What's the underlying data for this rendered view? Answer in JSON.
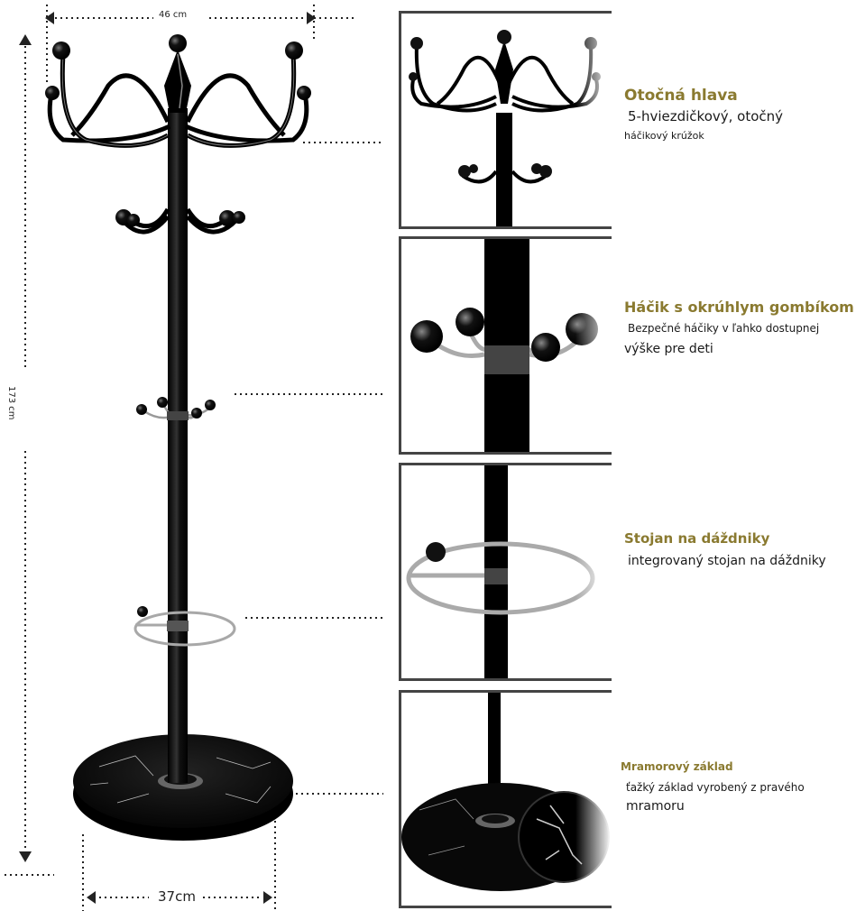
{
  "dimensions": {
    "width_top": "46 cm",
    "height": "173 cm",
    "base_width": "37cm"
  },
  "features": [
    {
      "title": "Otočná hlava",
      "desc_line1": "5-hviezdičkový, otočný",
      "desc_line2": "háčikový krúžok"
    },
    {
      "title": "Háčik s okrúhlym gombíkom",
      "desc_line1": "Bezpečné háčiky v ľahko dostupnej",
      "desc_line2": "výške pre deti"
    },
    {
      "title": "Stojan na dáždniky",
      "desc_line1": "integrovaný stojan na dáždniky"
    },
    {
      "title": "Mramorový základ",
      "desc_line1": "ťažký základ vyrobený z pravého",
      "desc_line2": "mramoru"
    }
  ],
  "colors": {
    "title": "#8a7a30",
    "text": "#1a1a1a",
    "product": "#0a0a0a",
    "chrome": "#b8b8b8",
    "panel_border": "#444444"
  }
}
